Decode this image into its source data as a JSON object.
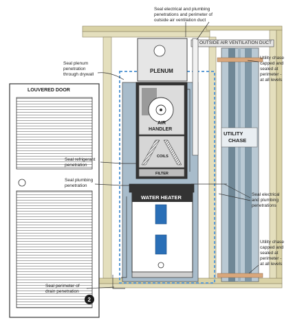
{
  "callouts": {
    "top": [
      "Seal electrical and plumbing",
      "penetrations and perimeter of",
      "outside air ventilation duct"
    ],
    "duct": "OUTSIDE AIR VENTILATION DUCT",
    "plenum_seal": [
      "Seal plenum",
      "penetration",
      "through drywall"
    ],
    "chase_top": [
      "Utility chase",
      "capped and",
      "sealed at",
      "perimeter -",
      "at all levels"
    ],
    "refrigerant": [
      "Seal refrigerant",
      "penetration"
    ],
    "plumbing": [
      "Seal plumbing",
      "penetration"
    ],
    "electrical": [
      "Seal electrical",
      "and plumbing",
      "penetrations"
    ],
    "chase_bottom": [
      "Utility chase",
      "capped and",
      "sealed at",
      "perimeter -",
      "at all levels"
    ],
    "drain": [
      "Seal perimeter of",
      "drain penetration"
    ]
  },
  "labels": {
    "louvered_door": "LOUVERED DOOR",
    "plenum": "PLENUM",
    "air_handler": [
      "AIR",
      "HANDLER"
    ],
    "coils": "COILS",
    "filter": "FILTER",
    "water_heater": "WATER HEATER",
    "utility_chase": [
      "UTILITY",
      "CHASE"
    ],
    "badge": "2"
  },
  "colors": {
    "wall_frame": "#d9d2a6",
    "closet_blue": "#a8bccb",
    "dashed_outline": "#5b9bd5",
    "panel_gray": "#e6e6e6",
    "chase_dark": "#6f8796"
  }
}
